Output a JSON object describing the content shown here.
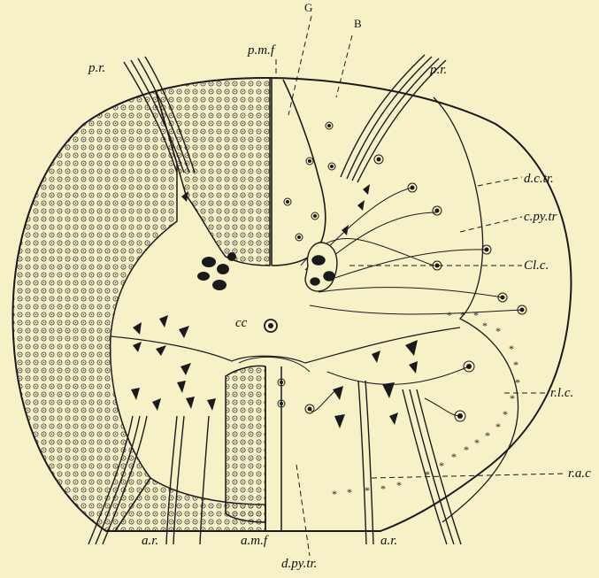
{
  "figure": {
    "background_color": "#f7f1c8",
    "ink_color": "#1a1a1a",
    "stipple_color": "#3a3a3a"
  },
  "labels": {
    "G": "G",
    "B": "B",
    "pmf": "p.m.f",
    "pr_left": "p.r.",
    "pr_right": "p.r.",
    "dctr": "d.c.tr.",
    "cpytr": "c.py.tr",
    "clc": "Cl.c.",
    "cc": "cc",
    "rlc": "r.l.c.",
    "rac": "r.a.c",
    "ar_left": "a.r.",
    "ar_right": "a.r.",
    "amf": "a.m.f",
    "dpytr": "d.py.tr."
  }
}
